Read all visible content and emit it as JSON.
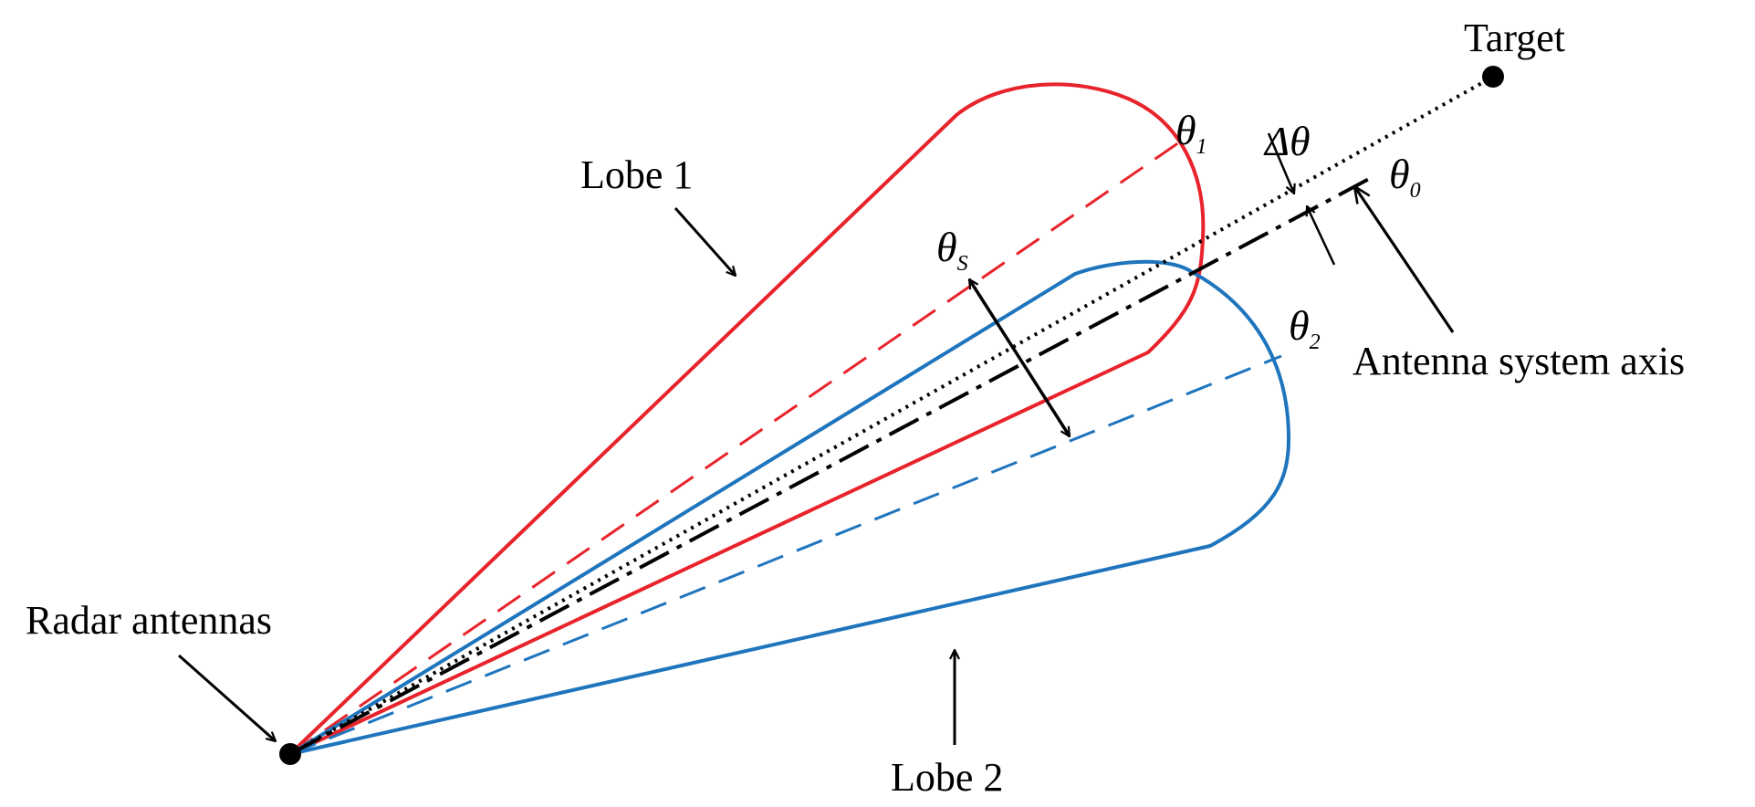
{
  "labels": {
    "target": "Target",
    "lobe1": "Lobe 1",
    "lobe2": "Lobe 2",
    "radar_antennas": "Radar antennas",
    "antenna_axis": "Antenna system axis",
    "theta_symbol": "θ",
    "theta1_sub": "1",
    "theta2_sub": "2",
    "theta0_sub": "0",
    "thetaS_sub": "S",
    "delta_theta": "Δθ"
  },
  "colors": {
    "lobe1": "#e8232b",
    "lobe2": "#1f75bd",
    "ink": "#000000"
  }
}
